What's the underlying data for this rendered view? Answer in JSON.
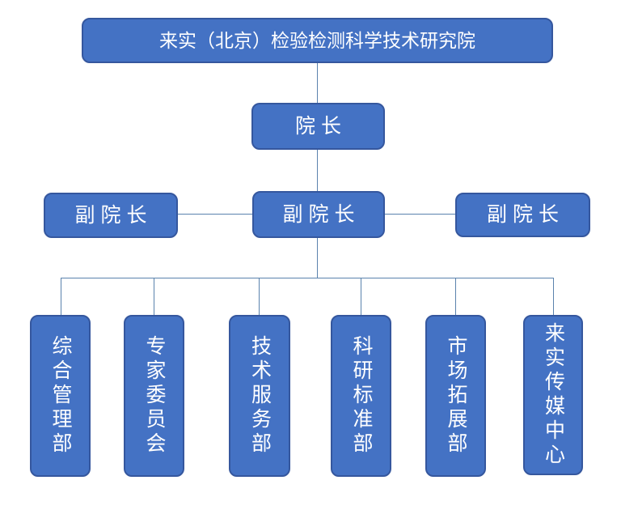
{
  "colors": {
    "box_fill": "#4472c4",
    "box_border": "#35579e",
    "connector": "#5a82ad",
    "text_color": "#ffffff",
    "background": "#ffffff"
  },
  "org_chart": {
    "root": {
      "label": "来实（北京）检验检测科学技术研究院"
    },
    "director": {
      "label": "院 长"
    },
    "deputies": [
      {
        "label": "副 院 长"
      },
      {
        "label": "副 院 长"
      },
      {
        "label": "副 院 长"
      }
    ],
    "departments": [
      {
        "label": "综合管理部"
      },
      {
        "label": "专家委员会"
      },
      {
        "label": "技术服务部"
      },
      {
        "label": "科研标准部"
      },
      {
        "label": "市场拓展部"
      },
      {
        "label": "来实传媒中心"
      }
    ]
  }
}
